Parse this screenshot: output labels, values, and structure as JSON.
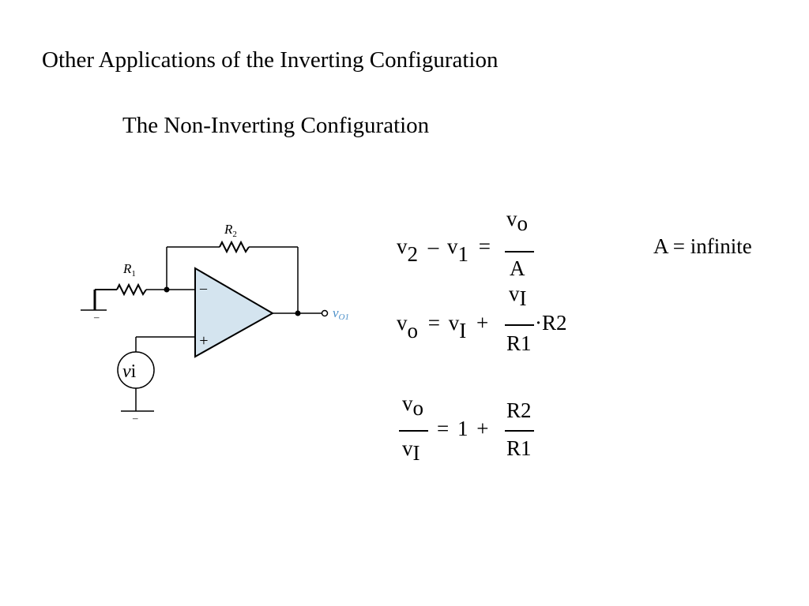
{
  "page": {
    "title": "Other Applications of the Inverting Configuration",
    "subtitle": "The Non-Inverting Configuration"
  },
  "circuit": {
    "r1_main": "R",
    "r1_sub": "1",
    "r2_main": "R",
    "r2_sub": "2",
    "minus_sign": "–",
    "plus_sign": "+",
    "ground_sign": "–",
    "source_main": "v",
    "source_sub": "i",
    "output_main": "v",
    "output_sub": "O1",
    "opamp_fill": "#d4e4ef",
    "output_label_color": "#4b8fc8"
  },
  "equations": {
    "eq1": {
      "v2": "v",
      "v2_sub": "2",
      "minus": "–",
      "v1": "v",
      "v1_sub": "1",
      "equals": "=",
      "num": "v",
      "num_sub": "o",
      "den": "A"
    },
    "gain_note": "A = infinite",
    "eq2": {
      "vo": "v",
      "vo_sub": "o",
      "equals": "=",
      "vi": "v",
      "vi_sub": "I",
      "plus": "+",
      "num": "v",
      "num_sub": "I",
      "den": "R1",
      "dot_r2": "·R2"
    },
    "eq3": {
      "num": "v",
      "num_sub": "o",
      "den": "v",
      "den_sub": "I",
      "equals": "=",
      "one": "1",
      "plus": "+",
      "r_num": "R2",
      "r_den": "R1"
    }
  }
}
